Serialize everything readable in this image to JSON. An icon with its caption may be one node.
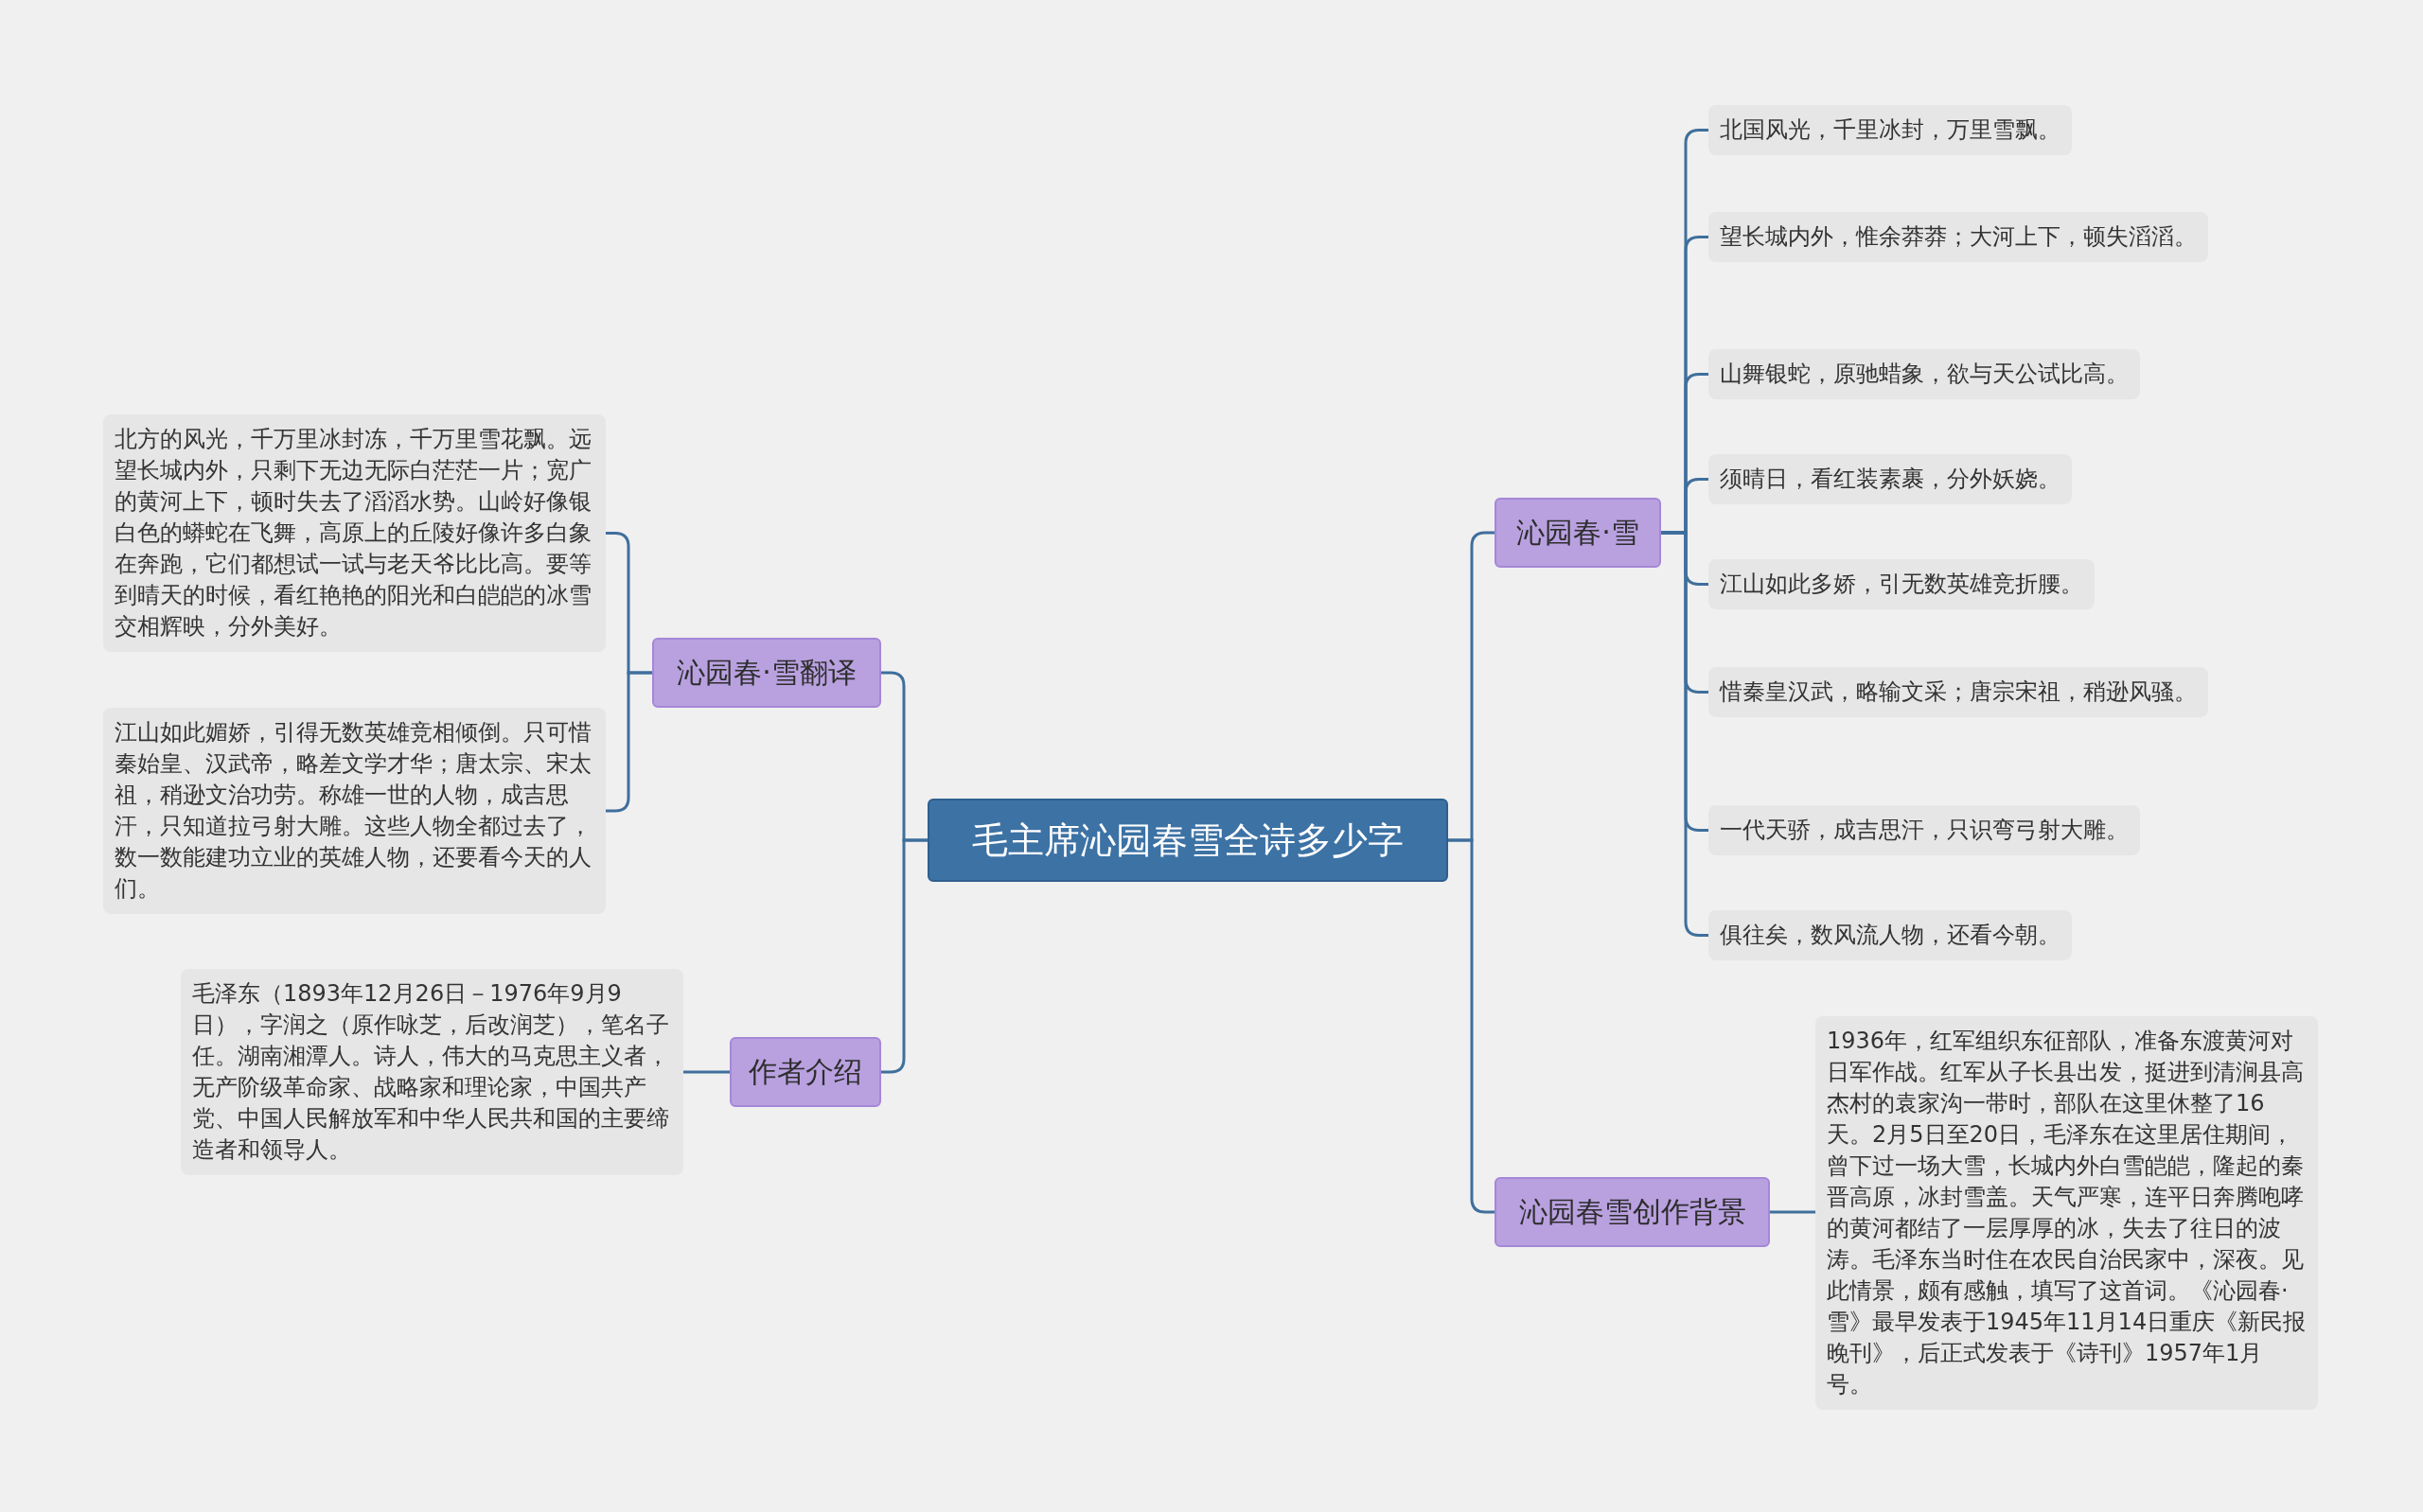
{
  "diagram": {
    "nodes": [
      {
        "text": [
          "毛主席沁园春雪全诗多少字"
        ]
      },
      {
        "text": [
          "沁园春·雪"
        ]
      },
      {
        "text": [
          "北国风光，千里冰封，万里雪飘。"
        ]
      },
      {
        "text": [
          "望长城内外，惟余莽莽；大河上下，顿失滔滔。"
        ]
      },
      {
        "text": [
          "山舞银蛇，原驰蜡象，欲与天公试比高。"
        ]
      },
      {
        "text": [
          "须晴日，看红装素裹，分外妖娆。"
        ]
      },
      {
        "text": [
          "江山如此多娇，引无数英雄竞折腰。"
        ]
      },
      {
        "text": [
          "惜秦皇汉武，略输文采；唐宗宋祖，稍逊风骚。"
        ]
      },
      {
        "text": [
          "一代天骄，成吉思汗，只识弯弓射大雕。"
        ]
      },
      {
        "text": [
          "俱往矣，数风流人物，还看今朝。"
        ]
      },
      {
        "text": [
          "沁园春雪创作背景"
        ]
      },
      {
        "text": [
          "1936年，红军组织东征部队，准备东渡黄河对日军作战。红军从子长县出发，挺进到清涧县高杰村的袁家沟一带时，部队在这里休整了16天。2月5日至20日，毛泽东在这里居住期间，曾下过一场大雪，长城内外白雪皑皑，隆起的秦晋高原，冰封雪盖。天气严寒，连平日奔腾咆哮的黄河都结了一层厚厚的冰，失去了往日的波涛。毛泽东当时住在农民自治民家中，深夜。见此情景，颇有感触，填写了这首词。《沁园春·雪》最早发表于1945年11月14日重庆《新民报晚刊》，后正式发表于《诗刊》1957年1月号。"
        ]
      },
      {
        "text": [
          "沁园春·雪翻译"
        ]
      },
      {
        "text": [
          "北方的风光，千万里冰封冻，千万里雪花飘。远望长城内外，只剩下无边无际白茫茫一片；宽广的黄河上下，顿时失去了滔滔水势。山岭好像银白色的蟒蛇在飞舞，高原上的丘陵好像许多白象在奔跑，它们都想试一试与老天爷比比高。要等到晴天的时候，看红艳艳的阳光和白皑皑的冰雪交相辉映，分外美好。"
        ]
      },
      {
        "text": [
          "江山如此媚娇，引得无数英雄竞相倾倒。只可惜秦始皇、汉武帝，略差文学才华；唐太宗、宋太祖，稍逊文治功劳。称雄一世的人物，成吉思汗，只知道拉弓射大雕。这些人物全都过去了，数一数能建功立业的英雄人物，还要看今天的人们。"
        ]
      },
      {
        "text": [
          "作者介绍"
        ]
      },
      {
        "text": [
          "毛泽东（1893年12月26日－1976年9月9日），字润之（原作咏芝，后改润芝），笔名子任。湖南湘潭人。诗人，伟大的马克思主义者，无产阶级革命家、战略家和理论家，中国共产党、中国人民解放军和中华人民共和国的主要缔造者和领导人。"
        ]
      }
    ],
    "edges": [
      {
        "from": 0,
        "to": 1,
        "arrow": "none"
      },
      {
        "from": 1,
        "to": 2,
        "arrow": "none"
      },
      {
        "from": 1,
        "to": 3,
        "arrow": "none"
      },
      {
        "from": 1,
        "to": 4,
        "arrow": "none"
      },
      {
        "from": 1,
        "to": 5,
        "arrow": "none"
      },
      {
        "from": 1,
        "to": 6,
        "arrow": "none"
      },
      {
        "from": 1,
        "to": 7,
        "arrow": "none"
      },
      {
        "from": 1,
        "to": 8,
        "arrow": "none"
      },
      {
        "from": 1,
        "to": 9,
        "arrow": "none"
      },
      {
        "from": 0,
        "to": 10,
        "arrow": "none"
      },
      {
        "from": 10,
        "to": 11,
        "arrow": "none"
      },
      {
        "from": 0,
        "to": 12,
        "arrow": "none"
      },
      {
        "from": 12,
        "to": 13,
        "arrow": "none"
      },
      {
        "from": 12,
        "to": 14,
        "arrow": "none"
      },
      {
        "from": 0,
        "to": 15,
        "arrow": "none"
      },
      {
        "from": 15,
        "to": 16,
        "arrow": "none"
      }
    ]
  }
}
